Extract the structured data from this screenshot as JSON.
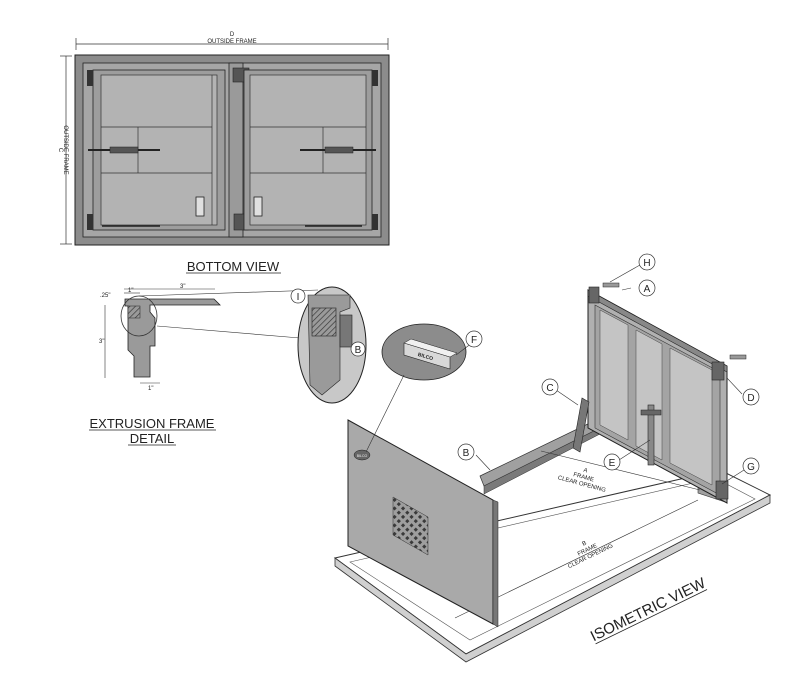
{
  "bottom_view": {
    "title": "BOTTOM VIEW",
    "dim_top_letter": "D",
    "dim_top_text": "OUTSIDE FRAME",
    "dim_side_letter": "C",
    "dim_side_text": "OUTSIDE FRAME"
  },
  "extrusion_detail": {
    "title_line1": "EXTRUSION FRAME",
    "title_line2": "DETAIL",
    "dim_a": "3\"",
    "dim_b": "1\"",
    "dim_c": "3\"",
    "dim_d": "1\"",
    "dim_e": ".25\""
  },
  "isometric_view": {
    "title": "ISOMETRIC VIEW",
    "dim_a_letter": "A",
    "dim_a_line1": "FRAME",
    "dim_a_line2": "CLEAR OPENING",
    "dim_b_letter": "B",
    "dim_b_line1": "FRAME",
    "dim_b_line2": "CLEAR OPENING"
  },
  "callouts": [
    "A",
    "B",
    "C",
    "D",
    "E",
    "F",
    "G",
    "H",
    "I",
    "B"
  ],
  "colors": {
    "frame_gray": "#8c8c8c",
    "panel_gray": "#b3b3b3",
    "line": "#222222"
  }
}
